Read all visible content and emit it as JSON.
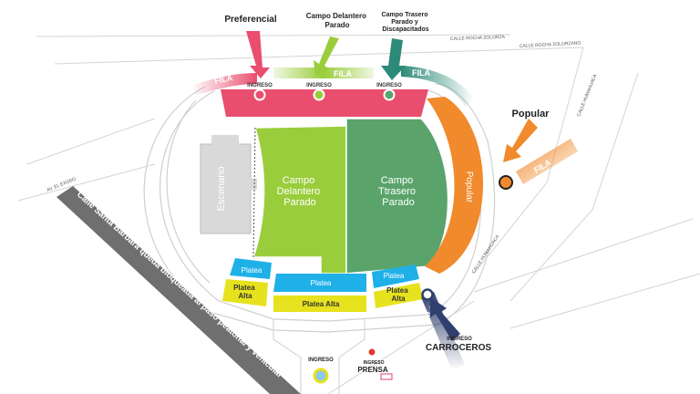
{
  "colors": {
    "preferencial": "#e94e6e",
    "campo_delantero": "#9acd3c",
    "campo_trasero": "#5aa46c",
    "popular": "#f08a2c",
    "platea": "#1fb0e8",
    "platea_alta": "#e6e21d",
    "carroceros": "#2f3f6e",
    "fila_teal": "#2e8a78",
    "prensa": "#e03a2e",
    "street_gray": "#6f6f6f"
  },
  "callouts": {
    "preferencial": "Preferencial",
    "campo_delantero": "Campo Delantero\nParado",
    "campo_trasero": "Campo Trasero\nParado y\nDiscapacitados",
    "popular": "Popular",
    "carroceros_ingreso": "INGRESO",
    "carroceros": "CARROCEROS",
    "prensa_ingreso": "INGRESO",
    "prensa": "PRENSA",
    "main_ingreso": "INGRESO"
  },
  "fila": {
    "label": "FILA"
  },
  "ingreso": {
    "label": "INGRESO"
  },
  "sections": {
    "campo_delantero": "Campo\nDelantero\nParado",
    "campo_trasero": "Campo\nTtrasero\nParado",
    "popular": "Popular",
    "escenario": "Escenario",
    "platea": "Platea",
    "platea_alta": "Platea Alta",
    "platea_alta_split": "Platea\nAlta"
  },
  "streets": {
    "rocha_1": "CALLE ROCHA ZOLORZA",
    "rocha_2": "CALLE ROCHA ZOLORZANO",
    "humahuaca_1": "CALLE HUMAHUACA",
    "humahuaca_2": "CALLE HUMAHUACA",
    "el_exodo": "AV. EL EXODO",
    "santa_barbara": "Calle Santa Barbara queda bloqueada al paso peatonal y vehicular"
  }
}
